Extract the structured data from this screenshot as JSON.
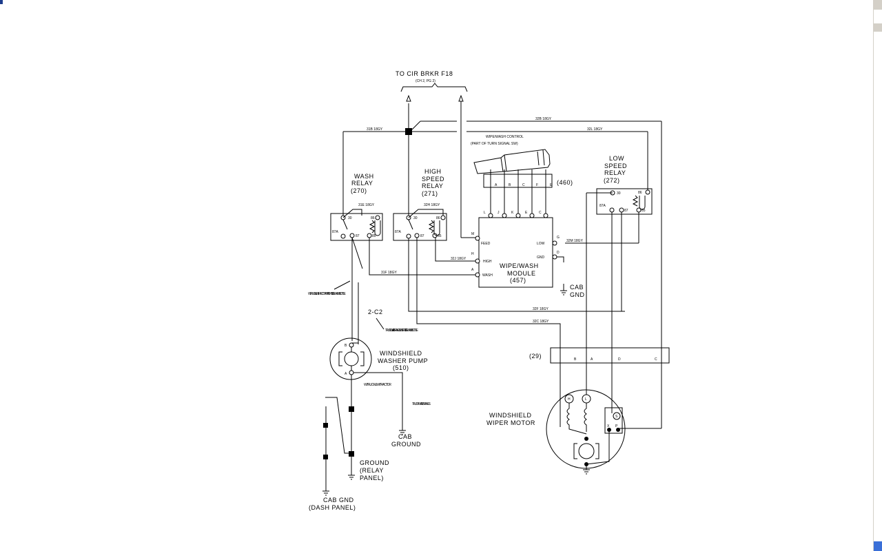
{
  "source": {
    "title": "TO CIR BRKR F18",
    "ref": "(CH 2, PG 2)"
  },
  "wash_relay": {
    "name1": "WASH",
    "name2": "RELAY",
    "id": "(270)"
  },
  "high_relay": {
    "name1": "HIGH",
    "name2": "SPEED",
    "name3": "RELAY",
    "id": "(271)"
  },
  "low_relay": {
    "name1": "LOW",
    "name2": "SPEED",
    "name3": "RELAY",
    "id": "(272)"
  },
  "control": {
    "name": "WIPE/WASH CONTROL",
    "sub": "(PART OF TURN SIGNAL SW)",
    "id": "(460)",
    "pins": [
      "A",
      "B",
      "C",
      "F",
      "E"
    ]
  },
  "module": {
    "name1": "WIPE/WASH",
    "name2": "MODULE",
    "id": "(457)",
    "feed": "FEED",
    "high": "HIGH",
    "wash": "WASH",
    "low": "LOW",
    "gnd": "GND",
    "pins_top": [
      "L",
      "J",
      "K",
      "E",
      "C"
    ],
    "pin_m": "M",
    "pin_h": "H",
    "pin_a": "A",
    "pin_g": "G",
    "pin_d": "D"
  },
  "cab_gnd": {
    "line1": "CAB",
    "line2": "GND"
  },
  "wires": {
    "w31b": "31B 18GY",
    "w32b": "32B 18GY",
    "w32l": "32L 18GY",
    "w31e": "31E 18GY",
    "w32h": "32H 18GY",
    "w32j": "32J 18GY",
    "w32m": "32M 18GY",
    "w31f": "31F 18GY",
    "w32f": "32F 18GY",
    "w32c": "32C 18GY"
  },
  "relay_pins": {
    "p30": "30",
    "p86": "86",
    "p87": "87",
    "p87a": "87A",
    "p85": "85"
  },
  "connector_c2": "2-C2",
  "notes": {
    "right_side": "W/TRUCK & W/TRACTOR W/RIGHT SIDE WASH BOTTLE",
    "left_side": "TRUCK W/AIR BRAKES & W/LEFT SIDE WASH BOTTLE",
    "truck_tractor": "W/TRUCK & W/TRACTOR",
    "air_brakes": "TRUCK W/AIR BRAKES"
  },
  "pump": {
    "name1": "WINDSHIELD",
    "name2": "WASHER PUMP",
    "id": "(510)",
    "pin_b": "B",
    "pin_a": "A"
  },
  "cab_ground": {
    "line1": "CAB",
    "line2": "GROUND"
  },
  "ground_relay": {
    "line1": "GROUND",
    "line2": "(RELAY",
    "line3": "PANEL)"
  },
  "cab_gnd_dash": {
    "line1": "CAB GND",
    "line2": "(DASH PANEL)"
  },
  "connector29": {
    "id": "(29)",
    "pins": [
      "B",
      "A",
      "D",
      "C"
    ]
  },
  "motor": {
    "name1": "WINDSHIELD",
    "name2": "WIPER MOTOR",
    "h": "H",
    "l": "L",
    "s": "S",
    "x": "X",
    "p": "P"
  }
}
